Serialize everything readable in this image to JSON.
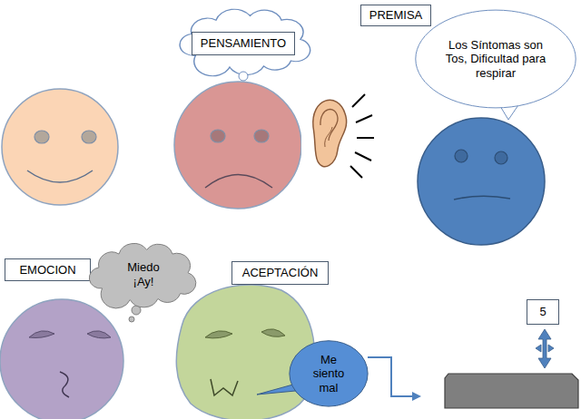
{
  "diagram": {
    "nodes": [
      {
        "text": [
          "PENSAMIENTO"
        ]
      },
      {
        "text": [
          "PREMISA"
        ]
      },
      {
        "text": [
          "Los Síntomas son Tos, Dificultad para respirar"
        ]
      },
      {
        "text": [
          "EMOCION"
        ]
      },
      {
        "text": [
          "Miedo ¡Ay!"
        ]
      },
      {
        "text": [
          "ACEPTACIÓN"
        ]
      },
      {
        "text": [
          "Me siento mal"
        ]
      },
      {
        "text": [
          "5"
        ]
      }
    ]
  }
}
